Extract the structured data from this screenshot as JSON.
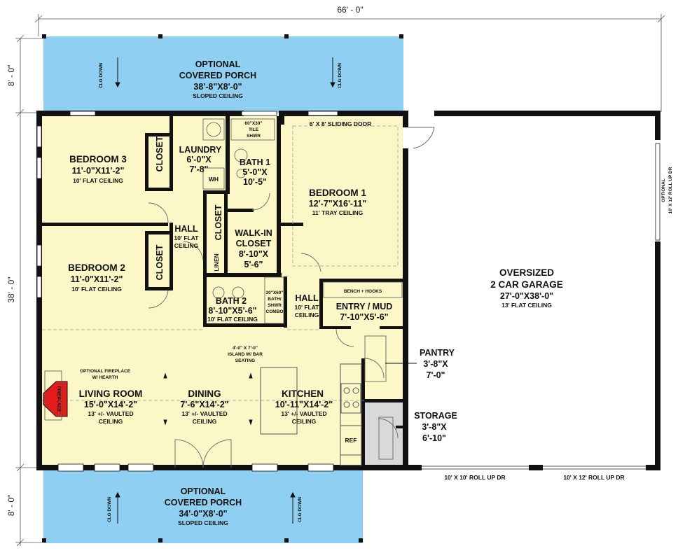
{
  "colors": {
    "porch": "#8fd0f2",
    "room": "#fbf7c6",
    "storage": "#d9d9d9",
    "wall": "#111111",
    "fireplace": "#e21b1b",
    "garage": "#ffffff"
  },
  "dimensions": {
    "width": "66' - 0\"",
    "porch_top": "8' - 0\"",
    "house": "38' - 0\"",
    "porch_bottom": "8' - 0\""
  },
  "rooms": {
    "porch_top": {
      "name": "OPTIONAL",
      "name2": "COVERED PORCH",
      "size": "38'-8\"X8'-0\"",
      "ceiling": "SLOPED CEILING"
    },
    "porch_bottom": {
      "name": "OPTIONAL",
      "name2": "COVERED PORCH",
      "size": "34'-0\"X8'-0\"",
      "ceiling": "SLOPED CEILING"
    },
    "bedroom3": {
      "name": "BEDROOM 3",
      "size": "11'-0\"X11'-2\"",
      "ceiling": "10' FLAT CEILING"
    },
    "bedroom2": {
      "name": "BEDROOM 2",
      "size": "11'-0\"X11'-2\"",
      "ceiling": "10' FLAT CEILING"
    },
    "laundry": {
      "name": "LAUNDRY",
      "size1": "6'-0\"X",
      "size2": "7'-8\""
    },
    "bath1": {
      "name": "BATH 1",
      "size1": "5'-0\"X",
      "size2": "10'-5\""
    },
    "bedroom1": {
      "name": "BEDROOM 1",
      "size": "12'-7\"X16'-11\"",
      "ceiling": "11' TRAY CEILING"
    },
    "hall1": {
      "name": "HALL",
      "ceiling1": "10' FLAT",
      "ceiling2": "CEILING"
    },
    "walkin": {
      "name1": "WALK-IN",
      "name2": "CLOSET",
      "size1": "8'-10\"X",
      "size2": "5'-6\""
    },
    "bath2": {
      "name": "BATH 2",
      "size": "8'-10\"X5'-6\"",
      "ceiling": "10' FLAT CEILING"
    },
    "hall2": {
      "name": "HALL",
      "ceiling1": "10' FLAT",
      "ceiling2": "CEILING"
    },
    "entry": {
      "name": "ENTRY / MUD",
      "size": "7'-10\"X5'-6\""
    },
    "living": {
      "name": "LIVING ROOM",
      "size": "15'-0\"X14'-2\"",
      "ceiling1": "13' +/- VAULTED",
      "ceiling2": "CEILING"
    },
    "dining": {
      "name": "DINING",
      "size": "7'-6\"X14'-2\"",
      "ceiling1": "13' +/- VAULTED",
      "ceiling2": "CEILING"
    },
    "kitchen": {
      "name": "KITCHEN",
      "size": "10'-11\"X14'-2\"",
      "ceiling1": "13' +/- VAULTED",
      "ceiling2": "CEILING"
    },
    "pantry": {
      "name": "PANTRY",
      "size1": "3'-8\"X",
      "size2": "7'-0\""
    },
    "storage": {
      "name": "STORAGE",
      "size1": "3'-8\"X",
      "size2": "6'-10\""
    },
    "garage": {
      "name1": "OVERSIZED",
      "name2": "2 CAR GARAGE",
      "size": "27'-0\"X38'-0\"",
      "ceiling": "13' FLAT CEILING"
    }
  },
  "labels": {
    "closet": "CLOSET",
    "linen": "LINEN",
    "wh": "WH",
    "ref": "REF",
    "clg_down": "CLG DOWN",
    "tile_shower1": "60\"X30\"",
    "tile_shower2": "TILE",
    "tile_shower3": "SHWR",
    "bath_combo1": "30\"X60\"",
    "bath_combo2": "BATH/",
    "bath_combo3": "SHWR",
    "bath_combo4": "COMBO",
    "sliding_door": "6' X 8' SLIDING DOOR",
    "bench_hooks": "BENCH + HOOKS",
    "island1": "4'-0\" X 7'-0\"",
    "island2": "ISLAND W/ BAR",
    "island3": "SEATING",
    "fireplace_opt1": "OPTIONAL FIREPLACE",
    "fireplace_opt2": "W/ HEARTH",
    "fireplace": "FIREPLACE",
    "rollup_garage_side1": "OPTIONAL",
    "rollup_garage_side2": "10' X 12' ROLL UP DR",
    "rollup_small": "10' X 10' ROLL UP DR",
    "rollup_large": "10' X 12' ROLL UP DR"
  }
}
